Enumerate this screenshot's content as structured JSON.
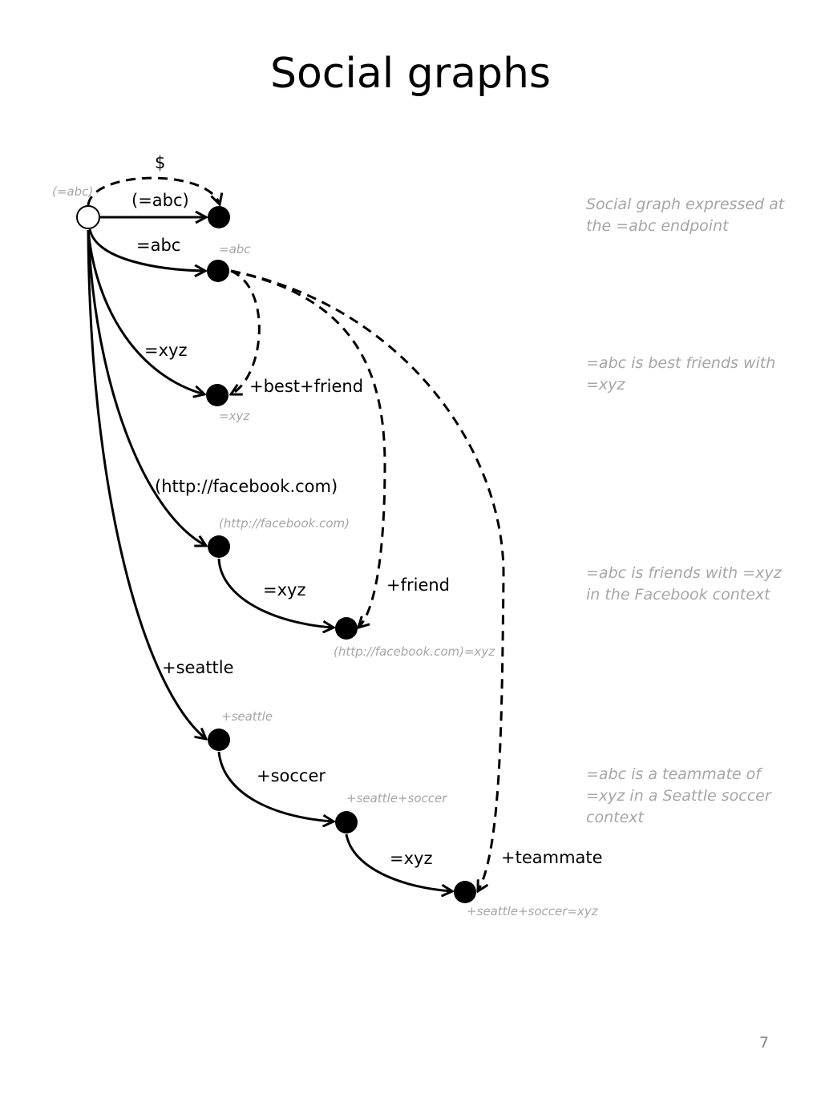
{
  "slide": {
    "title": "Social graphs",
    "page_number": "7"
  },
  "notes": [
    "Social graph expressed at the =abc endpoint",
    "=abc is best friends with =xyz",
    "=abc is friends with =xyz in the Facebook context",
    "=abc is a teammate of =xyz in a Seattle soccer context"
  ],
  "graph": {
    "nodes": [
      {
        "id": "root",
        "label": "(=abc)",
        "style": "hollow"
      },
      {
        "id": "self",
        "label": "",
        "style": "filled"
      },
      {
        "id": "abc",
        "label": "=abc",
        "style": "filled"
      },
      {
        "id": "xyz",
        "label": "=xyz",
        "style": "filled"
      },
      {
        "id": "fb",
        "label": "(http://facebook.com)",
        "style": "filled"
      },
      {
        "id": "fbxyz",
        "label": "(http://facebook.com)=xyz",
        "style": "filled"
      },
      {
        "id": "seattle",
        "label": "+seattle",
        "style": "filled"
      },
      {
        "id": "soccer",
        "label": "+seattle+soccer",
        "style": "filled"
      },
      {
        "id": "team",
        "label": "+seattle+soccer=xyz",
        "style": "filled"
      }
    ],
    "edges": [
      {
        "id": "e-self",
        "from": "root",
        "to": "self",
        "label": "(=abc)",
        "style": "solid"
      },
      {
        "id": "e-dollar",
        "from": "root",
        "to": "self",
        "label": "$",
        "style": "dashed"
      },
      {
        "id": "e-abc",
        "from": "root",
        "to": "abc",
        "label": "=abc",
        "style": "solid"
      },
      {
        "id": "e-xyz",
        "from": "root",
        "to": "xyz",
        "label": "=xyz",
        "style": "solid"
      },
      {
        "id": "e-fb",
        "from": "root",
        "to": "fb",
        "label": "(http://facebook.com)",
        "style": "solid"
      },
      {
        "id": "e-fbxyz",
        "from": "fb",
        "to": "fbxyz",
        "label": "=xyz",
        "style": "solid"
      },
      {
        "id": "e-seattle",
        "from": "root",
        "to": "seattle",
        "label": "+seattle",
        "style": "solid"
      },
      {
        "id": "e-soccer",
        "from": "seattle",
        "to": "soccer",
        "label": "+soccer",
        "style": "solid"
      },
      {
        "id": "e-team",
        "from": "soccer",
        "to": "team",
        "label": "=xyz",
        "style": "solid"
      },
      {
        "id": "e-bestfriend",
        "from": "abc",
        "to": "xyz",
        "label": "+best+friend",
        "style": "dashed"
      },
      {
        "id": "e-friend",
        "from": "abc",
        "to": "fbxyz",
        "label": "+friend",
        "style": "dashed"
      },
      {
        "id": "e-teammate",
        "from": "abc",
        "to": "team",
        "label": "+teammate",
        "style": "dashed"
      }
    ]
  }
}
